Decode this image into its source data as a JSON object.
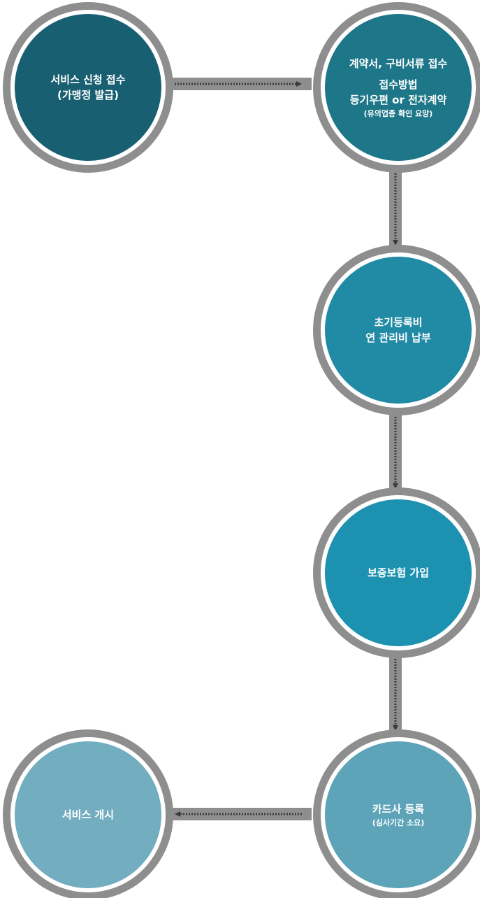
{
  "colors": {
    "ring": "#8e8e8e",
    "step1": "#185f72",
    "step2": "#1d7788",
    "step3": "#218aa5",
    "step4": "#1c92b0",
    "step5": "#5ea4b9",
    "step6": "#73adc0"
  },
  "steps": [
    {
      "title_lines": [
        "서비스 신청 접수",
        "(가맹정 발급)"
      ]
    },
    {
      "title": "계약서, 구비서류 접수",
      "method_lines": [
        "접수방법",
        "등기우편 or 전자계약"
      ],
      "note": "(유의업종 확인 요망)"
    },
    {
      "title_lines": [
        "초기등록비",
        "연 관리비 납부"
      ]
    },
    {
      "title": "보증보험 가입"
    },
    {
      "title": "카드사 등록",
      "note": "(심사기간 소요)"
    },
    {
      "title": "서비스 개시"
    }
  ]
}
